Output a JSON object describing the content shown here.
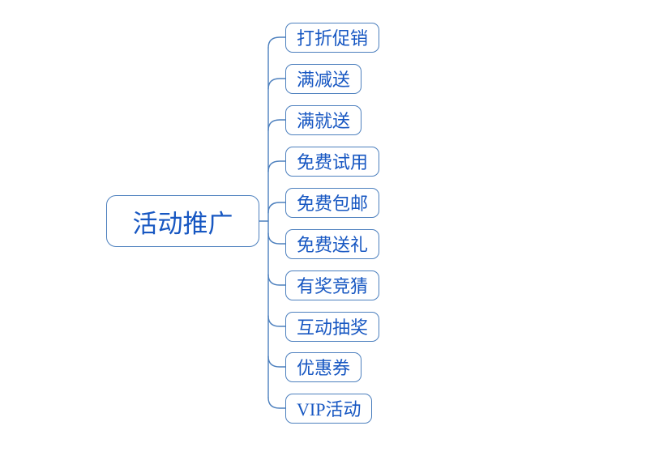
{
  "mindmap": {
    "root": {
      "label": "活动推广"
    },
    "children": [
      {
        "label": "打折促销"
      },
      {
        "label": "满减送"
      },
      {
        "label": "满就送"
      },
      {
        "label": "免费试用"
      },
      {
        "label": "免费包邮"
      },
      {
        "label": "免费送礼"
      },
      {
        "label": "有奖竞猜"
      },
      {
        "label": "互动抽奖"
      },
      {
        "label": "优惠券"
      },
      {
        "label": "VIP活动"
      }
    ],
    "colors": {
      "line": "#4d80be",
      "node_border": "#4d80be",
      "text": "#1757c2",
      "background": "#ffffff"
    }
  }
}
